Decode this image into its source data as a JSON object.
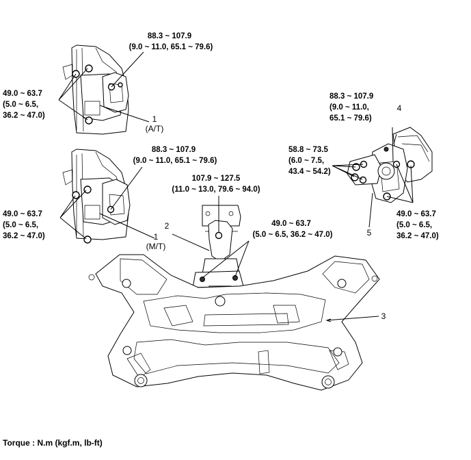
{
  "torques": {
    "at_mount_top": [
      "88.3 ~ 107.9",
      "(9.0 ~ 11.0, 65.1 ~ 79.6)"
    ],
    "at_mount_left": [
      "49.0 ~ 63.7",
      "(5.0 ~ 6.5,",
      "36.2 ~ 47.0)"
    ],
    "mt_mount_top": [
      "88.3 ~ 107.9",
      "(9.0 ~ 11.0, 65.1 ~ 79.6)"
    ],
    "mt_mount_left": [
      "49.0 ~ 63.7",
      "(5.0 ~ 6.5,",
      "36.2 ~ 47.0)"
    ],
    "roll_rod_top": [
      "107.9 ~ 127.5",
      "(11.0 ~ 13.0, 79.6 ~ 94.0)"
    ],
    "roll_rod_bracket": [
      "49.0 ~ 63.7",
      "(5.0 ~ 6.5, 36.2 ~ 47.0)"
    ],
    "engine_mount_top": [
      "88.3 ~ 107.9",
      "(9.0 ~ 11.0,",
      "65.1 ~ 79.6)"
    ],
    "engine_mount_left": [
      "58.8 ~ 73.5",
      "(6.0 ~ 7.5,",
      "43.4 ~ 54.2)"
    ],
    "engine_mount_right": [
      "49.0 ~ 63.7",
      "(5.0 ~ 6.5,",
      "36.2 ~ 47.0)"
    ]
  },
  "callouts": {
    "c1_at": "1",
    "c1_at_sub": "(A/T)",
    "c1_mt": "1",
    "c1_mt_sub": "(M/T)",
    "c2": "2",
    "c3": "3",
    "c4": "4",
    "c5": "5"
  },
  "footer": "Torque : N.m (kgf.m, lb-ft)"
}
